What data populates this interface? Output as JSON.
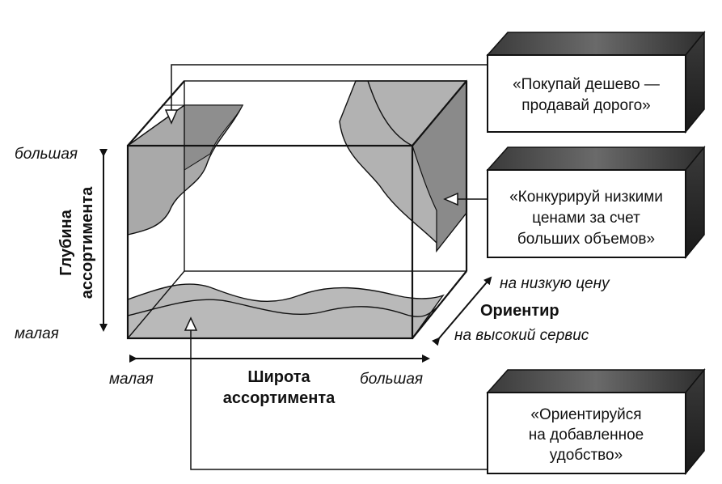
{
  "axes": {
    "depth": {
      "title_line1": "Глубина",
      "title_line2": "ассортимента",
      "high": "большая",
      "low": "малая"
    },
    "width": {
      "title_line1": "Широта",
      "title_line2": "ассортимента",
      "low": "малая",
      "high": "большая"
    },
    "orientation": {
      "title": "Ориентир",
      "low_price": "на низкую цену",
      "high_service": "на высокий сервис"
    }
  },
  "strategies": [
    {
      "line1": "«Покупай дешево —",
      "line2": "продавай дорого»"
    },
    {
      "line1": "«Конкурируй низкими",
      "line2": "ценами за счет",
      "line3": "больших объемов»"
    },
    {
      "line1": "«Ориентируйся",
      "line2": "на добавленное",
      "line3": "удобство»"
    }
  ],
  "colors": {
    "ink": "#111111",
    "shade_dark": "#8a8a8a",
    "shade_mid": "#a8a8a8",
    "shade_light": "#c4c4c4",
    "box_top": "#5a5a5a",
    "box_side": "#2a2a2a"
  }
}
